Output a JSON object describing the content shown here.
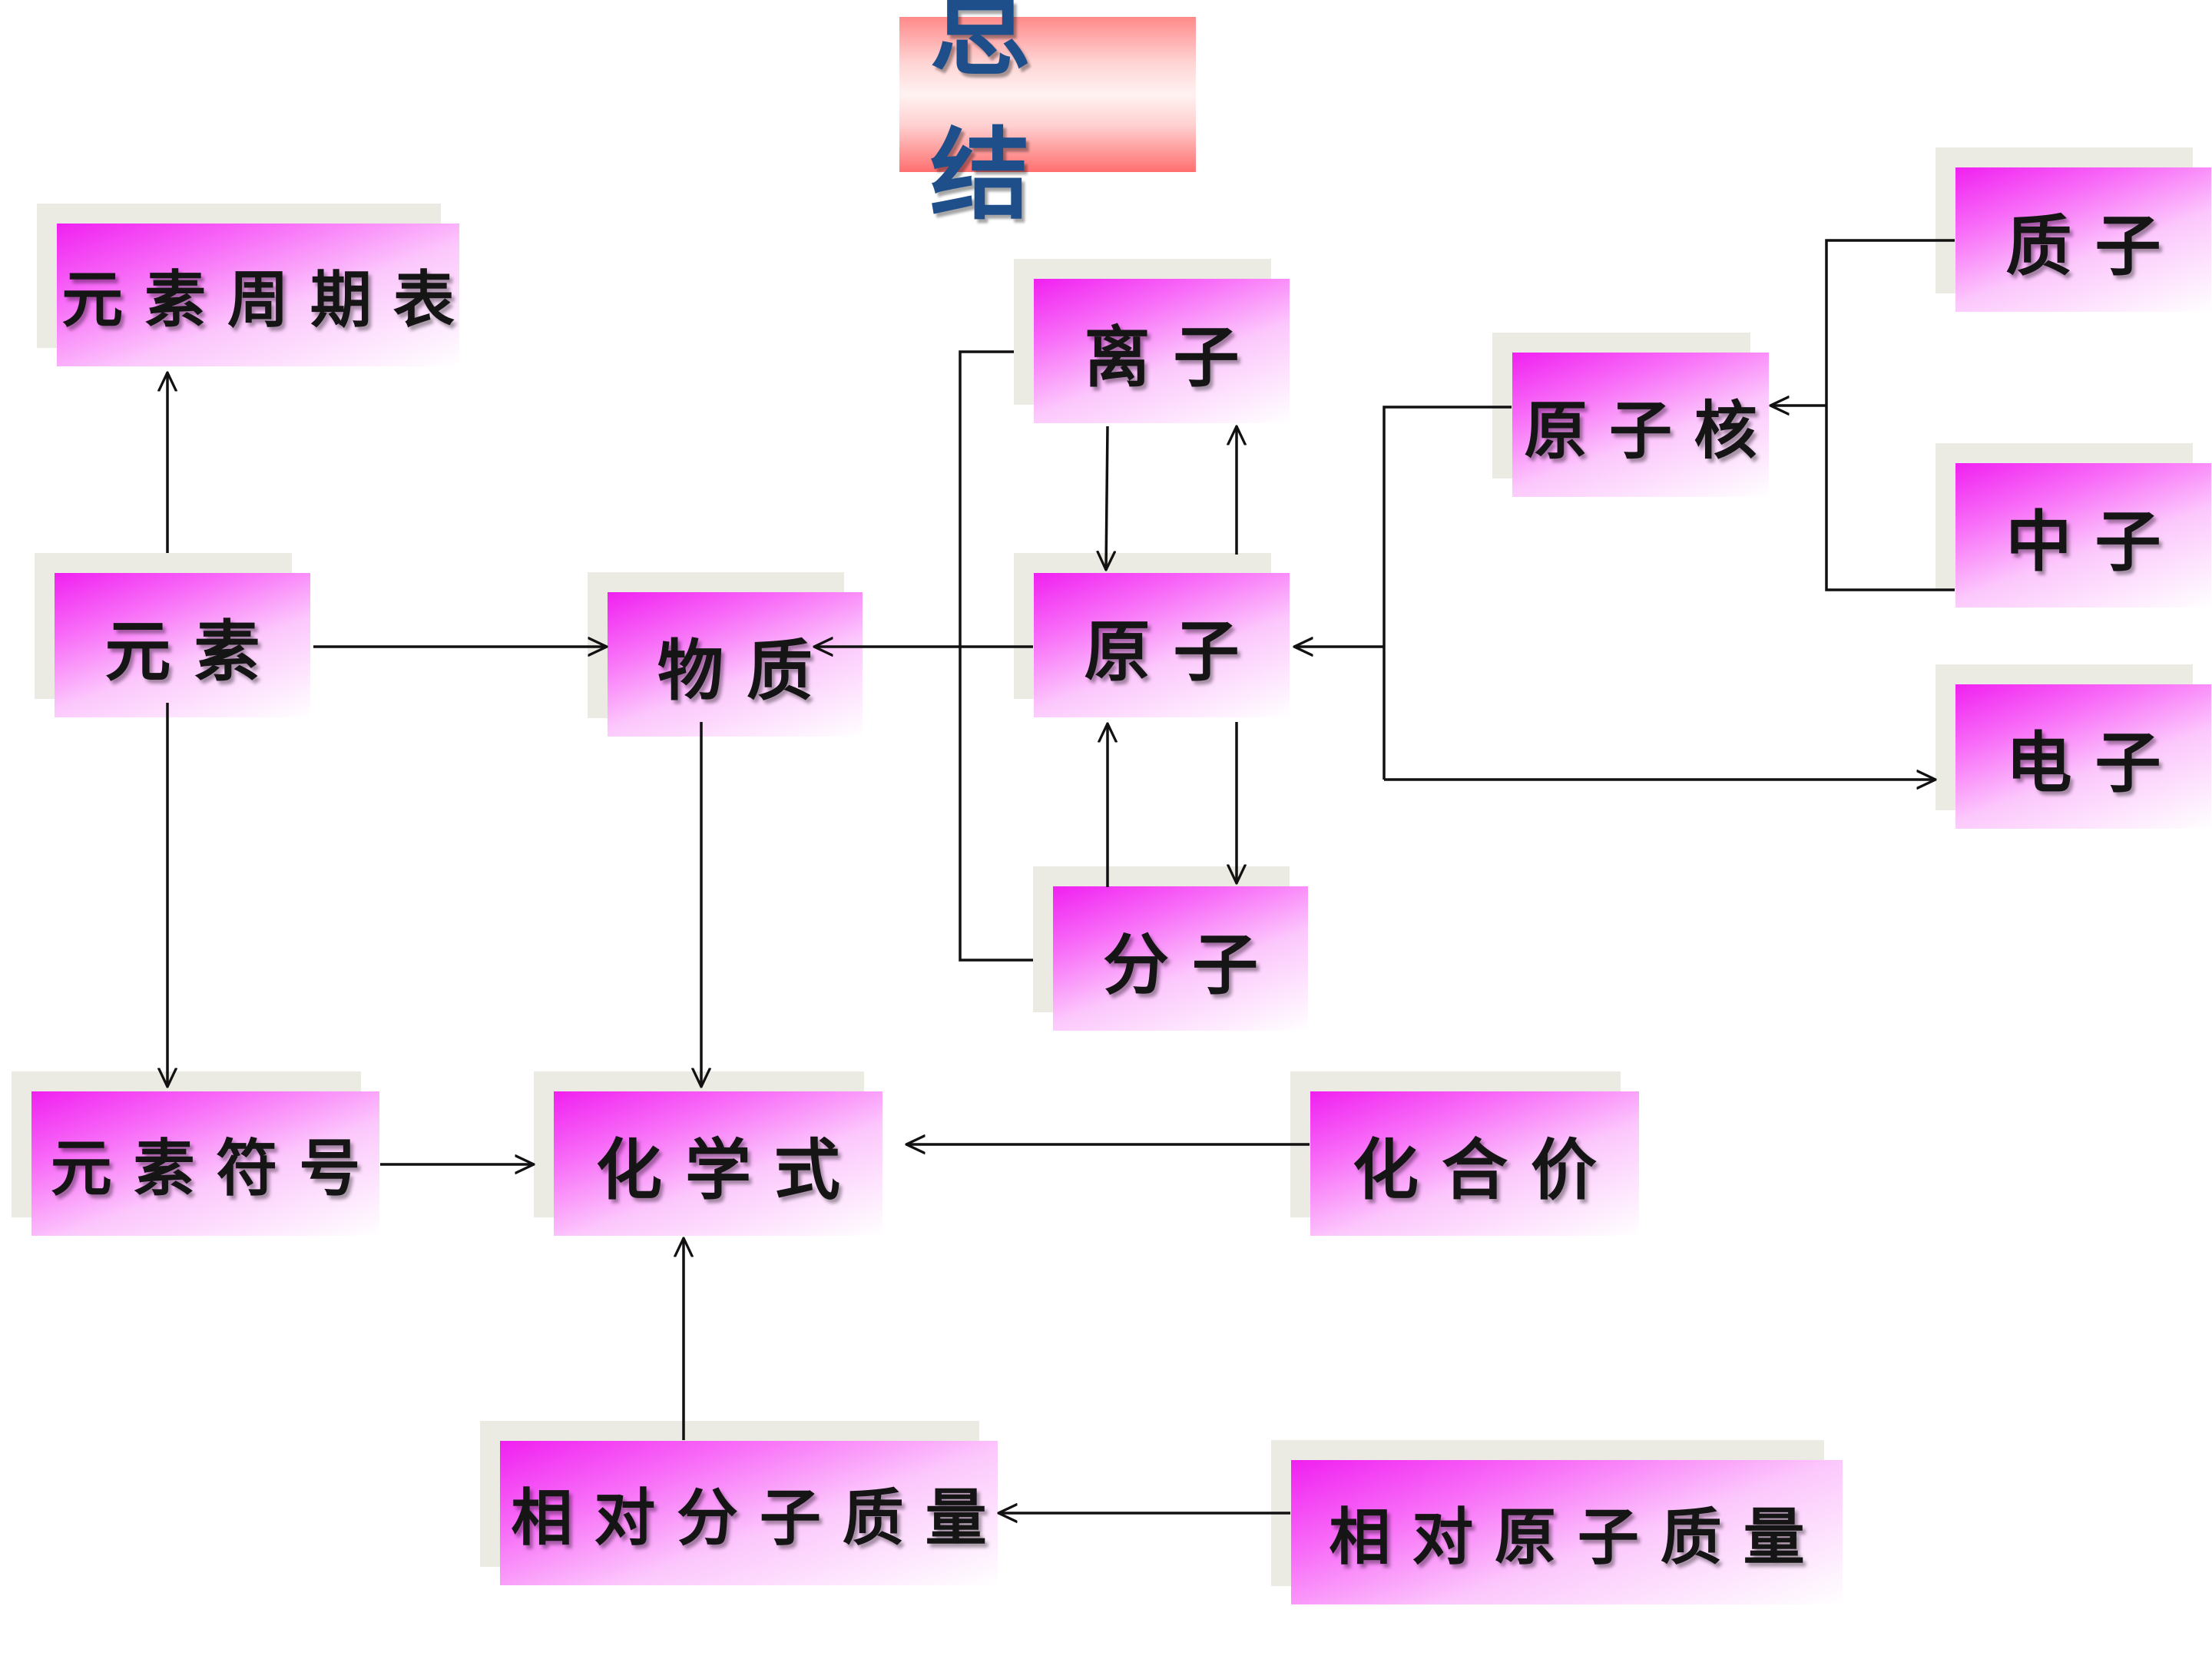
{
  "title": "总 结",
  "nodes": {
    "periodic_table": "元 素 周 期 表",
    "element": "元 素",
    "substance": "物 质",
    "ion": "离 子",
    "atom": "原 子",
    "molecule": "分 子",
    "nucleus": "原 子 核",
    "proton": "质 子",
    "neutron": "中 子",
    "electron": "电 子",
    "element_symbol": "元 素 符 号",
    "formula": "化 学 式",
    "valence": "化 合 价",
    "rel_molecular_mass": "相 对 分 子 质 量",
    "rel_atomic_mass": "相 对 原 子 质 量"
  },
  "colors": {
    "node_gradient_start": "#f020f0",
    "node_gradient_end": "#ffffff",
    "node_back": "#ecebe3",
    "title_fill": "#ff6f6f",
    "title_text": "#1f4f8a",
    "link": "#111111"
  }
}
